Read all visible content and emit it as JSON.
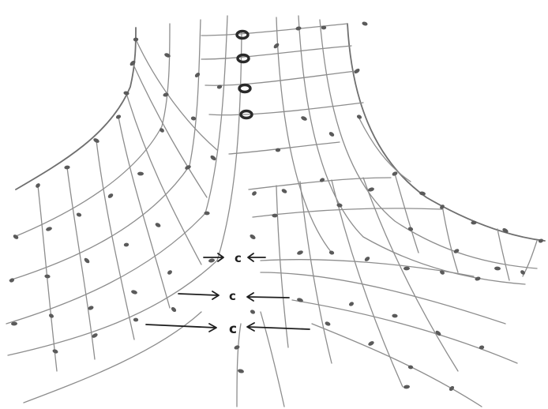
{
  "figure": {
    "description_free": true,
    "colors": {
      "background": "#ffffff",
      "grid": "#8d8d8d",
      "grid_edge": "#6f6f6f",
      "node": "#5a5a5a",
      "ink": "#1e1e1e"
    },
    "labels": {
      "letter_1": "c",
      "letter_2": "c",
      "letter_3": "c"
    }
  }
}
